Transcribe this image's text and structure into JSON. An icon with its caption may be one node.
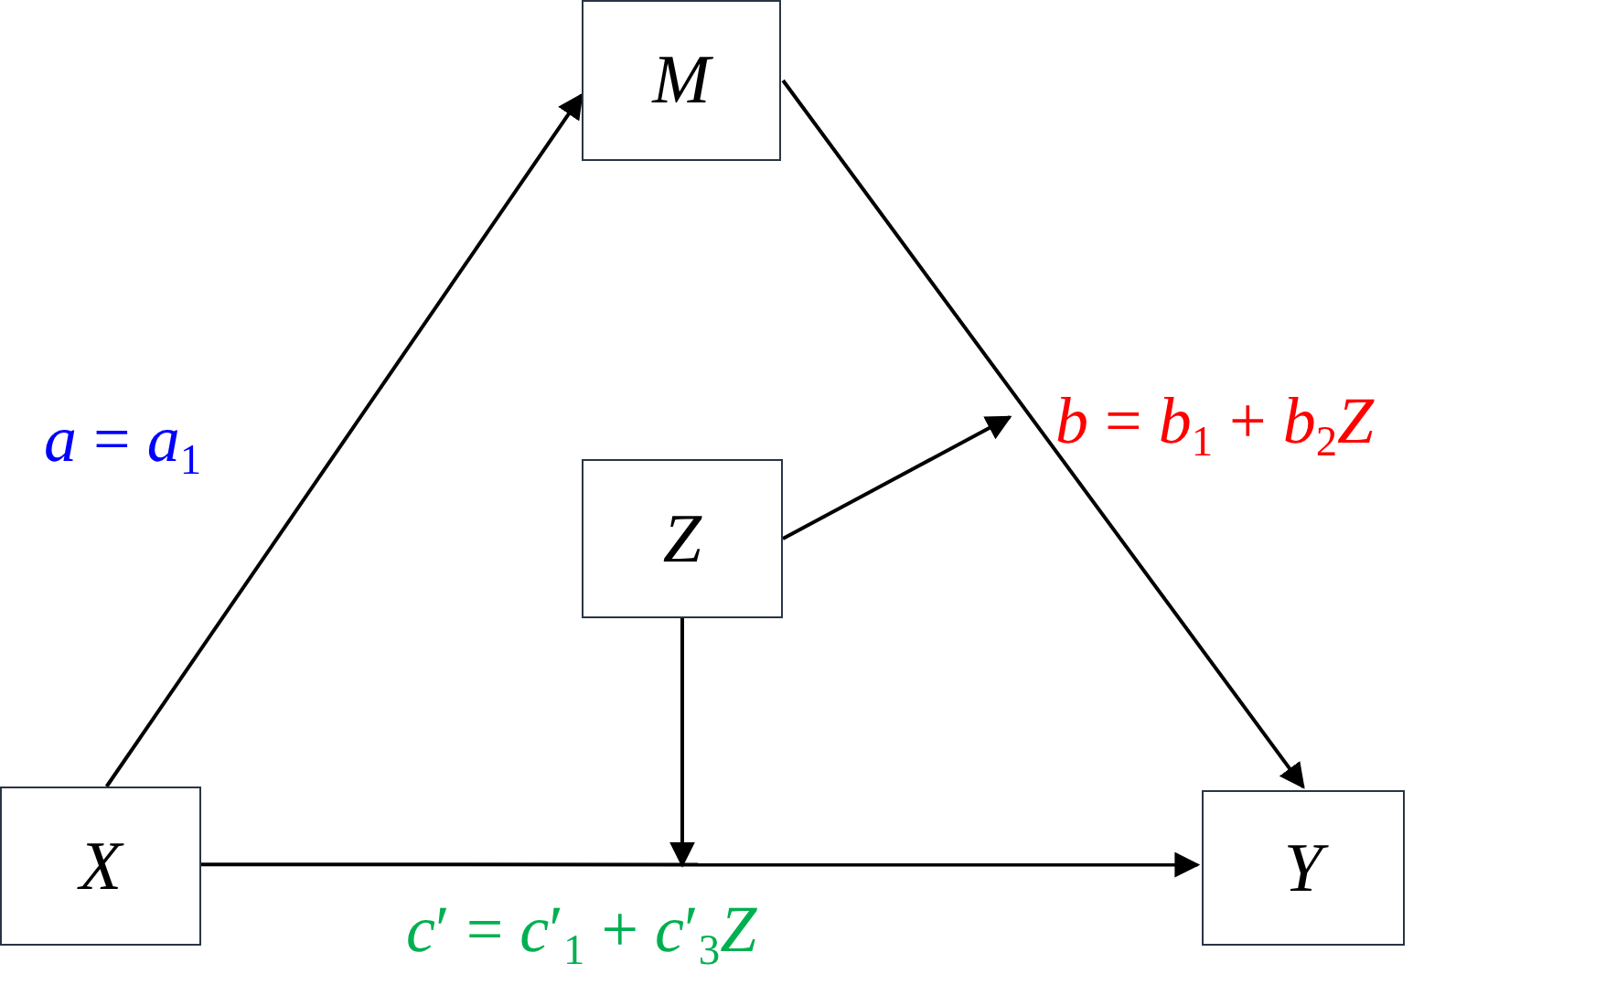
{
  "diagram": {
    "nodes": [
      {
        "text": [
          "M"
        ]
      },
      {
        "text": [
          "Z"
        ]
      },
      {
        "text": [
          "X"
        ]
      },
      {
        "text": [
          "Y"
        ]
      }
    ],
    "edges": [
      {
        "from": 2,
        "to": 0,
        "arrow": "to",
        "label": "*a* = *a*$_{1}$"
      },
      {
        "from": 0,
        "to": 3,
        "arrow": "to",
        "label": "*b* = *b*$_{1}$ + *b*$_{2}$*Z*"
      },
      {
        "from": 2,
        "to": 3,
        "arrow": "to",
        "label": "*c*′ = *c*′$_{1}$ + *c*′$_{3}$*Z*"
      },
      {
        "from": 1,
        "to": null,
        "arrow": "to"
      },
      {
        "from": 1,
        "to": null,
        "arrow": "to"
      }
    ]
  }
}
